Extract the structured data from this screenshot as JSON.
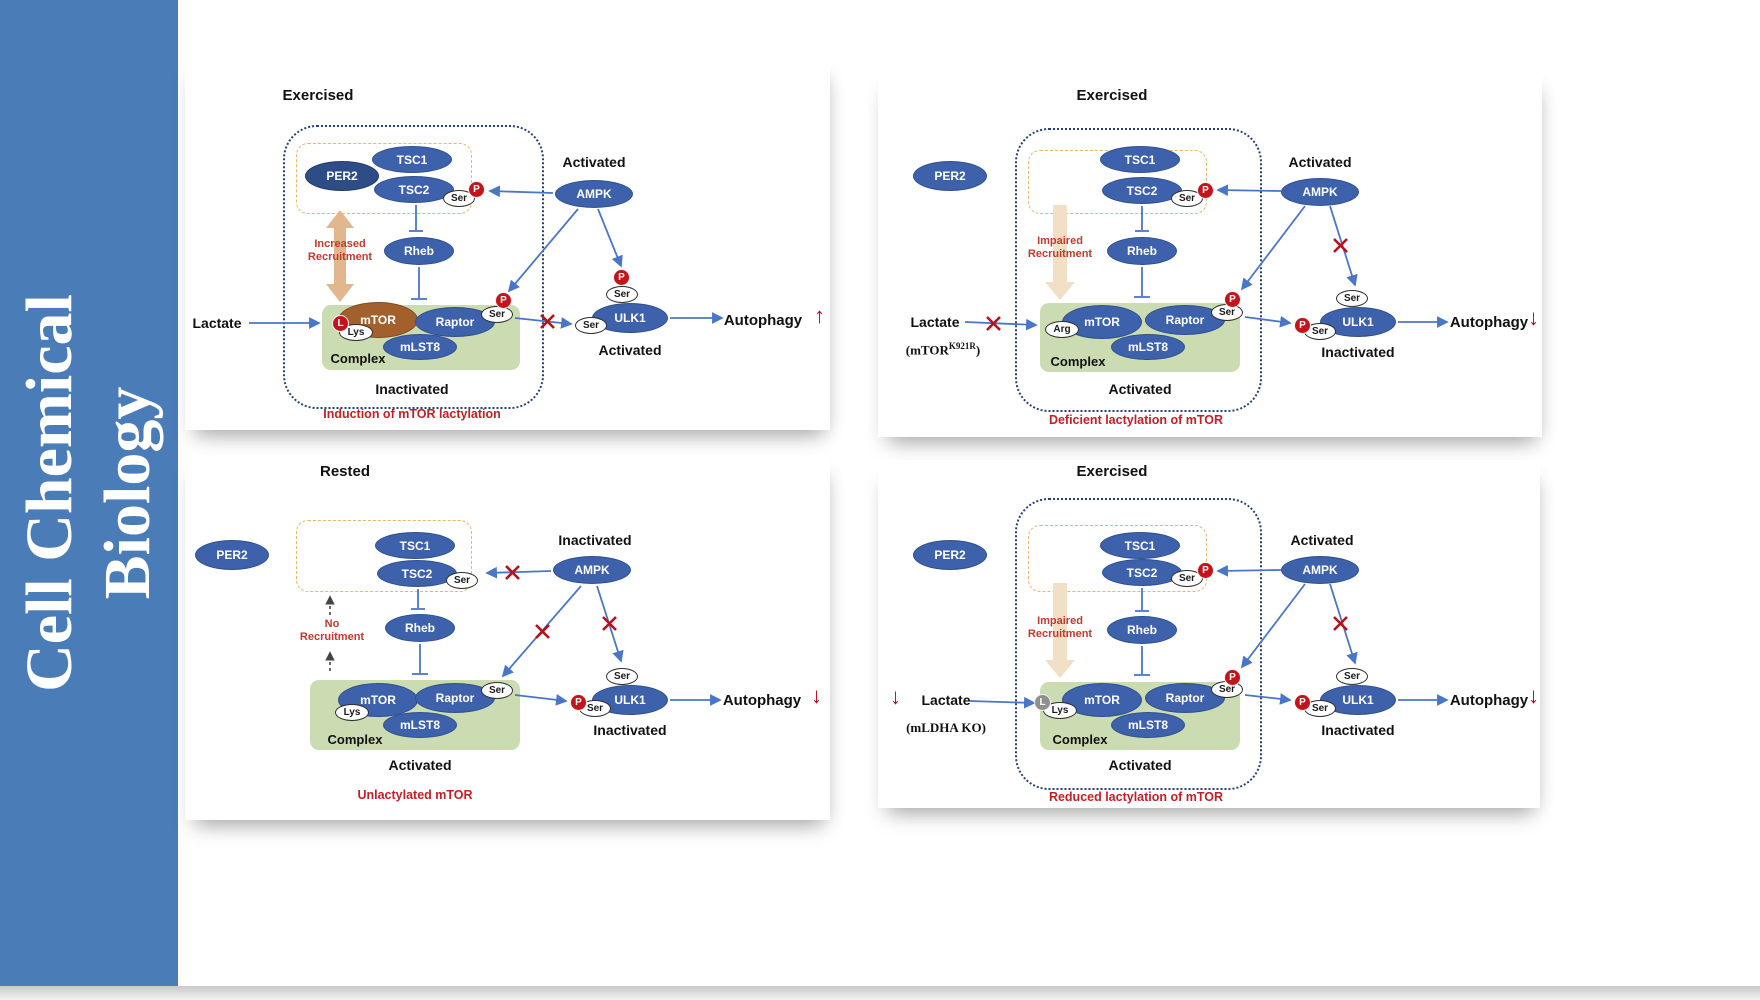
{
  "journal": {
    "line1": "Cell Chemical",
    "line2": "Biology"
  },
  "nodes": {
    "per2": "PER2",
    "tsc1": "TSC1",
    "tsc2": "TSC2",
    "rheb": "Rheb",
    "ampk": "AMPK",
    "mtor": "mTOR",
    "raptor": "Raptor",
    "mlst8": "mLST8",
    "ulk1": "ULK1",
    "ser": "Ser",
    "lys": "Lys",
    "arg": "Arg",
    "p": "P",
    "l": "L",
    "complex": "Complex",
    "lactate": "Lactate",
    "autophagy": "Autophagy"
  },
  "panels": [
    {
      "title": "Exercised",
      "ampk_state": "Activated",
      "ulk1_state": "Activated",
      "complex_state": "Inactivated",
      "recruitment_line1": "Increased",
      "recruitment_line2": "Recruitment",
      "autophagy_arrow": "↑",
      "caption": "Induction of mTOR lactylation"
    },
    {
      "title": "Exercised",
      "ampk_state": "Activated",
      "ulk1_state": "Inactivated",
      "complex_state": "Activated",
      "recruitment_line1": "Impaired",
      "recruitment_line2": "Recruitment",
      "autophagy_arrow": "↓",
      "lactate_note_base": "(mTOR",
      "lactate_note_sup": "K921R",
      "lactate_note_close": ")",
      "caption": "Deficient lactylation of mTOR"
    },
    {
      "title": "Rested",
      "ampk_state": "Inactivated",
      "ulk1_state": "Inactivated",
      "complex_state": "Activated",
      "recruitment_line1": "No",
      "recruitment_line2": "Recruitment",
      "autophagy_arrow": "↓",
      "caption": "Unlactylated mTOR"
    },
    {
      "title": "Exercised",
      "ampk_state": "Activated",
      "ulk1_state": "Inactivated",
      "complex_state": "Activated",
      "recruitment_line1": "Impaired",
      "recruitment_line2": "Recruitment",
      "autophagy_arrow": "↓",
      "lactate_prefix_arrow": "↓",
      "lactate_note": "(mLDHA KO)",
      "caption": "Reduced lactylation of mTOR"
    }
  ],
  "colors": {
    "sidebar_blue": "#4a7cb8",
    "node_blue": "#3d61aa",
    "node_dark_blue": "#2e4c86",
    "mtor_lactylated_brown": "#a2602c",
    "complex_green": "#cbdcb2",
    "phospho_red": "#c3131b",
    "arrow_blue": "#4a76c8",
    "accent_red": "#c22026",
    "recruitment_tan": "#e0b184"
  }
}
